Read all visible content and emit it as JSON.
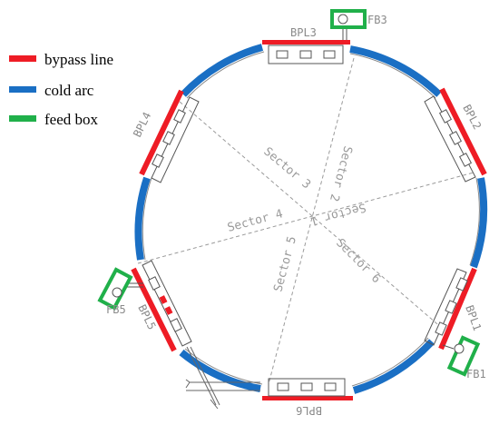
{
  "legend": {
    "items": [
      {
        "label": "bypass line",
        "color": "#ee1c25"
      },
      {
        "label": "cold arc",
        "color": "#1a6fc4"
      },
      {
        "label": "feed box",
        "color": "#20b04a"
      }
    ]
  },
  "bypass_labels": {
    "bpl1": "BPL1",
    "bpl2": "BPL2",
    "bpl3": "BPL3",
    "bpl4": "BPL4",
    "bpl5": "BPL5",
    "bpl6": "BPL6"
  },
  "feedbox_labels": {
    "fb1": "FB1",
    "fb3": "FB3",
    "fb5": "FB5"
  },
  "sector_labels": {
    "s1": "Sector 1",
    "s2": "Sector 2",
    "s3": "Sector 3",
    "s4": "Sector 4",
    "s5": "Sector 5",
    "s6": "Sector 6"
  },
  "colors": {
    "bypass": "#ee1c25",
    "arc": "#1a6fc4",
    "feedbox": "#20b04a",
    "line": "#555555",
    "dashed": "#999999"
  }
}
